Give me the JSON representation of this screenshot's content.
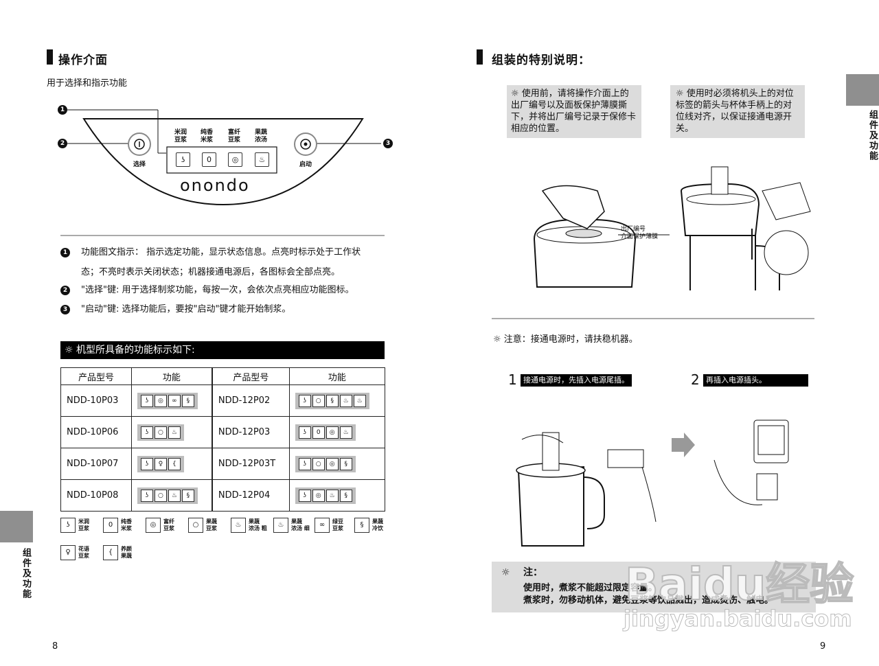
{
  "left": {
    "heading": "操作介面",
    "subtitle": "用于选择和指示功能",
    "panel": {
      "callouts": [
        "1",
        "2",
        "3"
      ],
      "function_labels": [
        "米润\n豆浆",
        "纯香\n米浆",
        "富纤\n豆浆",
        "果蔬\n浓汤"
      ],
      "select_label": "选择",
      "start_label": "启动",
      "brand": "onondo"
    },
    "descriptions": [
      {
        "num": "1",
        "text": "功能图文指示： 指示选定功能，显示状态信息。点亮时标示处于工作状"
      },
      {
        "num": "",
        "text": "态；不亮时表示关闭状态；机器接通电源后，各图标会全部点亮。"
      },
      {
        "num": "2",
        "text": "\"选择\"键:   用于选择制浆功能，每按一次，会依次点亮相应功能图标。"
      },
      {
        "num": "3",
        "text": "\"启动\"键:   选择功能后，要按\"启动\"键才能开始制浆。"
      }
    ],
    "banner": "机型所具备的功能标示如下:",
    "table": {
      "headers": [
        "产品型号",
        "功能",
        "产品型号",
        "功能"
      ],
      "rows": [
        [
          "NDD-10P03",
          "NDD-12P02"
        ],
        [
          "NDD-10P06",
          "NDD-12P03"
        ],
        [
          "NDD-10P07",
          "NDD-12P03T"
        ],
        [
          "NDD-10P08",
          "NDD-12P04"
        ]
      ]
    },
    "legend": [
      {
        "label": "米润\n豆浆"
      },
      {
        "label": "纯香\n米浆"
      },
      {
        "label": "富纤\n豆浆"
      },
      {
        "label": "果蔬\n豆浆"
      },
      {
        "label": "果蔬\n浓汤 粗"
      },
      {
        "label": "果蔬\n浓汤 细"
      },
      {
        "label": "绿豆\n豆浆"
      },
      {
        "label": "果蔬\n冷饮"
      },
      {
        "label": "花语\n豆浆"
      },
      {
        "label": "养颜\n果蔬"
      }
    ],
    "side_label": "组件及功能",
    "page_number": "8"
  },
  "right": {
    "heading": "组装的特别说明：",
    "note1": "使用前，请将操作介面上的出厂编号以及面板保护薄膜撕下，并将出厂编号记录于保修卡相应的位置。",
    "note2": "使用时必须将机头上的对位标签的箭头与杯体手柄上的对位线对齐，以保证接通电源开关。",
    "diagram_labels": [
      "出厂编号",
      "介面保护薄膜"
    ],
    "caution": "注意：接通电源时，请扶稳机器。",
    "step1_num": "1",
    "step1": "接通电源时，先插入电源尾插。",
    "step2_num": "2",
    "step2": "再插入电源插头。",
    "final_note_title": "注：",
    "final_note_line1": "使用时，煮浆不能超过限定容量。",
    "final_note_line2": "煮浆时，勿移动机体，避免豆浆等饮品溅出，造成烫伤、触电。",
    "side_label": "组件及功能",
    "page_number": "9",
    "watermark": "Baidu经验",
    "watermark_url": "jingyan.baidu.com"
  }
}
